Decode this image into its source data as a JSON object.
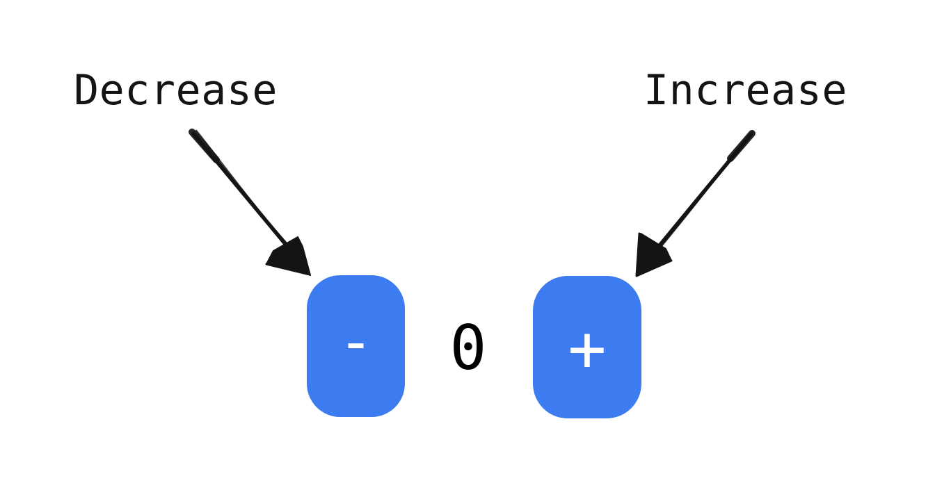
{
  "labels": {
    "decrease": "Decrease",
    "increase": "Increase"
  },
  "counter": {
    "value": "0",
    "decrement_glyph": "-",
    "increment_glyph": "+"
  },
  "icons": {
    "decrease_arrow": "hand-drawn arrow pointing to decrement button",
    "increase_arrow": "hand-drawn arrow pointing to increment button"
  },
  "colors": {
    "background": "#ffffff",
    "button": "#3c7cf0",
    "button_glyph": "#ffffff",
    "label": "#141414",
    "arrow": "#141414",
    "value": "#000000"
  }
}
